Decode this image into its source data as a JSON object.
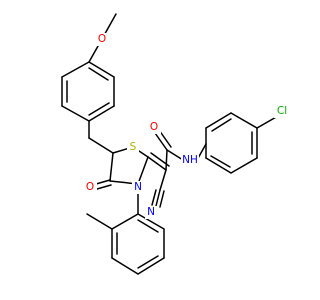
{
  "molecule": {
    "atom_labels": {
      "o_methoxy": "O",
      "o_ketone": "O",
      "o_amide": "O",
      "s_ring": "S",
      "n_ring": "N",
      "nh_amide": "NH",
      "n_nitrile": "N",
      "cl": "Cl"
    },
    "colors": {
      "bond": "#000000",
      "oxygen": "#ff0000",
      "nitrogen": "#0000ff",
      "sulfur": "#b2b200",
      "chlorine": "#00b000"
    }
  }
}
